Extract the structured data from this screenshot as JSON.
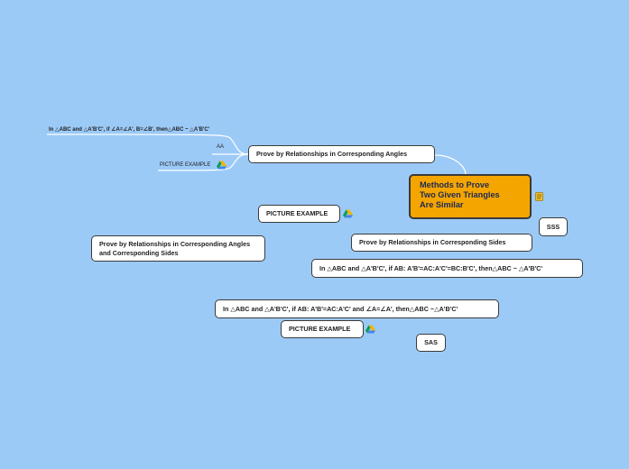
{
  "central": {
    "line1": "Methods to Prove",
    "line2": "Two Given Triangles",
    "line3": "Are Similar"
  },
  "angles": {
    "label": "Prove by Relationships in Corresponding Angles",
    "aa_statement": "In △ABC and △A'B'C', if ∠A=∠A',  B=∠B', then△ABC ~ △A'B'C'",
    "aa_label": "AA",
    "picture_label": "PICTURE EXAMPLE"
  },
  "sides": {
    "picture_label": "PICTURE EXAMPLE",
    "sss_label": "SSS",
    "label": "Prove by Relationships in Corresponding Sides",
    "sss_statement": "In △ABC and △A'B'C', if AB: A'B'=AC:A'C'=BC:B'C', then△ABC ~ △A'B'C'"
  },
  "angles_sides": {
    "label": "Prove by Relationships in Corresponding Angles and Corresponding Sides",
    "sas_statement": "In △ABC and △A'B'C', if AB: A'B'=AC:A'C' and ∠A=∠A', then△ABC ~△A'B'C'",
    "picture_label": "PICTURE EXAMPLE",
    "sas_label": "SAS"
  },
  "colors": {
    "background": "#9ccaf7",
    "central_fill": "#f5a500",
    "central_text": "#1d2a55",
    "connector": "#ffffff"
  },
  "icons": [
    "drive-icon",
    "note-icon"
  ]
}
